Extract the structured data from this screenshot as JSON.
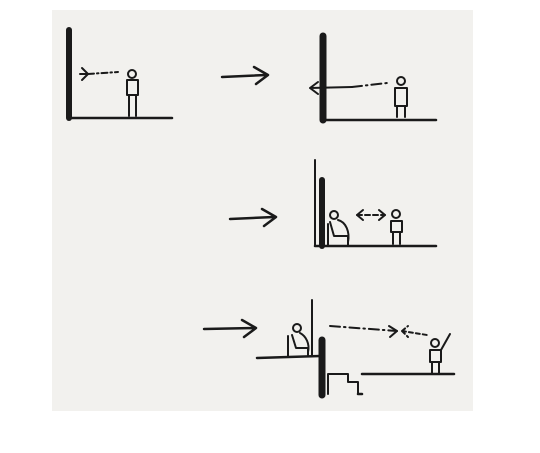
{
  "image": {
    "kind": "hand-drawn sketch",
    "paper_color": "#f2f1ee",
    "ink_color": "#1a1a1a",
    "panels": [
      "person-facing-wall",
      "arrow-to-wall-result",
      "arrow-to-seated-person",
      "arrow-to-stairs-across-wall"
    ]
  }
}
